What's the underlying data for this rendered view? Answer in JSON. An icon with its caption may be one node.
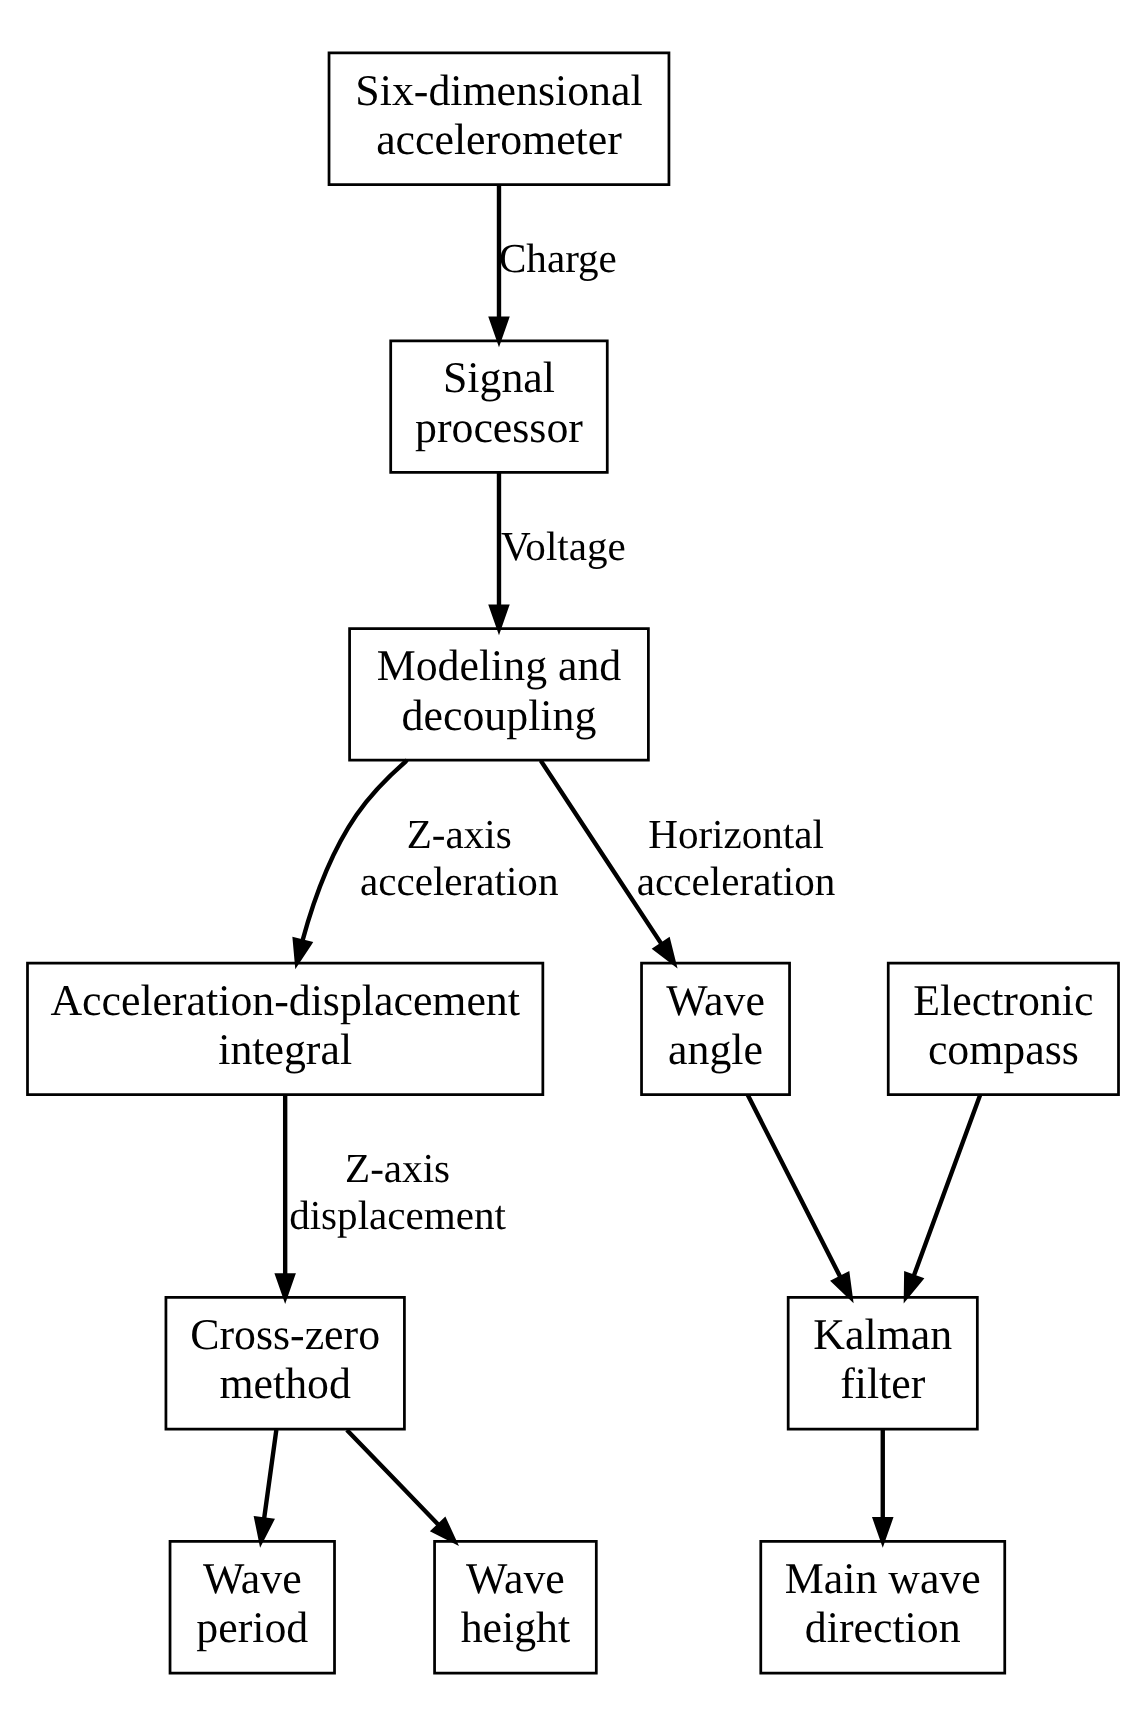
{
  "diagram": {
    "nodes": [
      {
        "text": [
          "Six-dimensional accelerometer"
        ]
      },
      {
        "text": [
          "Signal processor"
        ]
      },
      {
        "text": [
          "Modeling and decoupling"
        ]
      },
      {
        "text": [
          "Acceleration-displacement integral"
        ]
      },
      {
        "text": [
          "Wave angle"
        ]
      },
      {
        "text": [
          "Electronic compass"
        ]
      },
      {
        "text": [
          "Cross-zero method"
        ]
      },
      {
        "text": [
          "Kalman filter"
        ]
      },
      {
        "text": [
          "Wave period"
        ]
      },
      {
        "text": [
          "Wave height"
        ]
      },
      {
        "text": [
          "Main wave direction"
        ]
      }
    ],
    "edges": [
      {
        "from": 0,
        "to": 1,
        "arrow": "to",
        "label": "Charge"
      },
      {
        "from": 1,
        "to": 2,
        "arrow": "to",
        "label": "Voltage"
      },
      {
        "from": 2,
        "to": 3,
        "arrow": "to",
        "label": "Z-axis acceleration"
      },
      {
        "from": 2,
        "to": 4,
        "arrow": "to",
        "label": "Horizontal acceleration"
      },
      {
        "from": 3,
        "to": 6,
        "arrow": "to",
        "label": "Z-axis displacement"
      },
      {
        "from": 4,
        "to": 7,
        "arrow": "to"
      },
      {
        "from": 5,
        "to": 7,
        "arrow": "to"
      },
      {
        "from": 6,
        "to": 8,
        "arrow": "to"
      },
      {
        "from": 6,
        "to": 9,
        "arrow": "to"
      },
      {
        "from": 7,
        "to": 10,
        "arrow": "to"
      }
    ]
  }
}
